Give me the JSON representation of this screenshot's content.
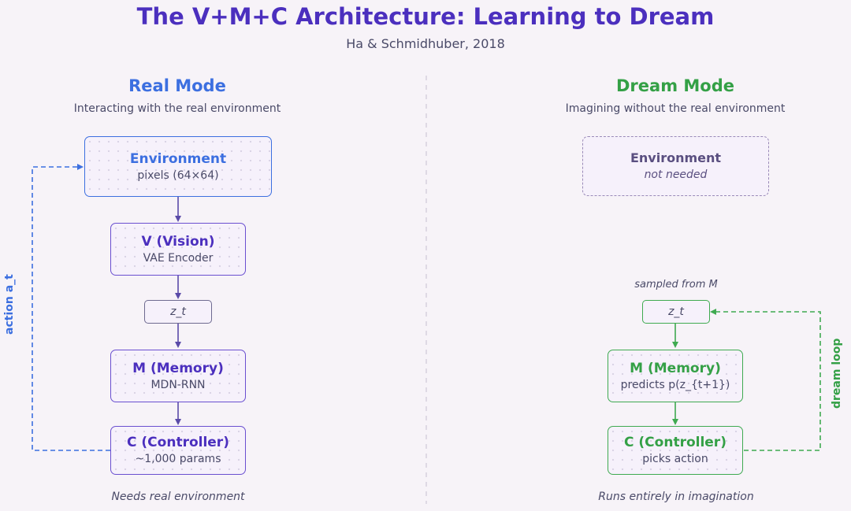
{
  "header": {
    "title": "The V+M+C Architecture: Learning to Dream",
    "subtitle": "Ha & Schmidhuber, 2018"
  },
  "real_mode": {
    "title": "Real Mode",
    "subtitle": "Interacting with the real environment",
    "environment": {
      "title": "Environment",
      "sub": "pixels (64×64)"
    },
    "vision": {
      "title": "V (Vision)",
      "sub": "VAE Encoder"
    },
    "latent": "z_t",
    "memory": {
      "title": "M (Memory)",
      "sub": "MDN-RNN"
    },
    "controller": {
      "title": "C (Controller)",
      "sub": "~1,000 params"
    },
    "loop_label": "action a_t",
    "footer": "Needs real environment"
  },
  "dream_mode": {
    "title": "Dream Mode",
    "subtitle": "Imagining without the real environment",
    "environment": {
      "title": "Environment",
      "sub": "not needed"
    },
    "latent_note": "sampled from M",
    "latent": "z_t",
    "memory": {
      "title": "M (Memory)",
      "sub": "predicts p(z_{t+1})"
    },
    "controller": {
      "title": "C (Controller)",
      "sub": "picks action"
    },
    "loop_label": "dream loop",
    "footer": "Runs entirely in imagination"
  },
  "colors": {
    "title": "#4b2fbe",
    "real": "#3c6fe0",
    "dream": "#34a046",
    "core": "#6a4fd0",
    "cross": "#e07a7a"
  }
}
